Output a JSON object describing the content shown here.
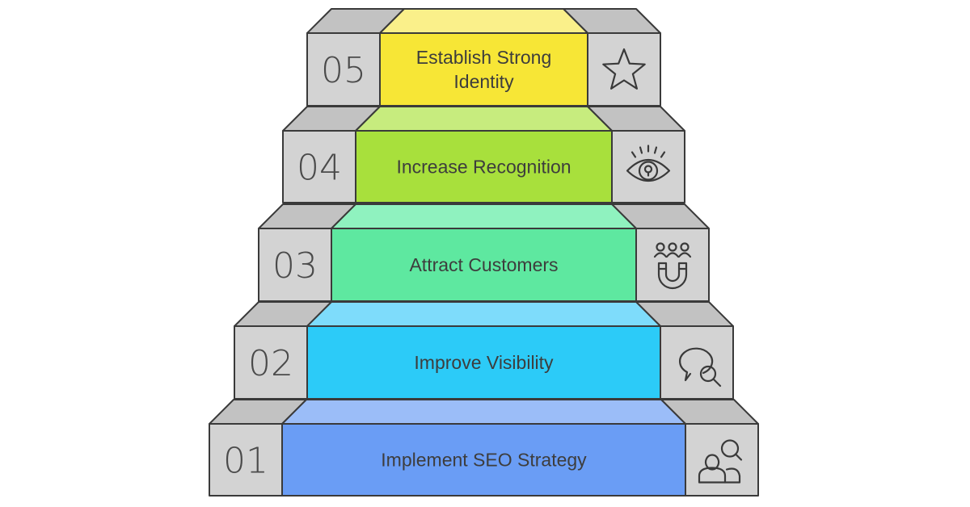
{
  "steps": [
    {
      "number": "05",
      "label_lines": [
        "Establish Strong",
        "Identity"
      ],
      "icon": "star-icon",
      "face_color": "#f7e636",
      "top_color": "#faf08a"
    },
    {
      "number": "04",
      "label_lines": [
        "Increase Recognition"
      ],
      "icon": "eye-icon",
      "face_color": "#a8e03c",
      "top_color": "#c7ec7e"
    },
    {
      "number": "03",
      "label_lines": [
        "Attract Customers"
      ],
      "icon": "magnet-people-icon",
      "face_color": "#5ee8a0",
      "top_color": "#8ff2bf"
    },
    {
      "number": "02",
      "label_lines": [
        "Improve Visibility"
      ],
      "icon": "search-chat-icon",
      "face_color": "#2ccbf8",
      "top_color": "#7edcfb"
    },
    {
      "number": "01",
      "label_lines": [
        "Implement SEO Strategy"
      ],
      "icon": "user-search-icon",
      "face_color": "#6a9df5",
      "top_color": "#9bbdf8"
    }
  ]
}
